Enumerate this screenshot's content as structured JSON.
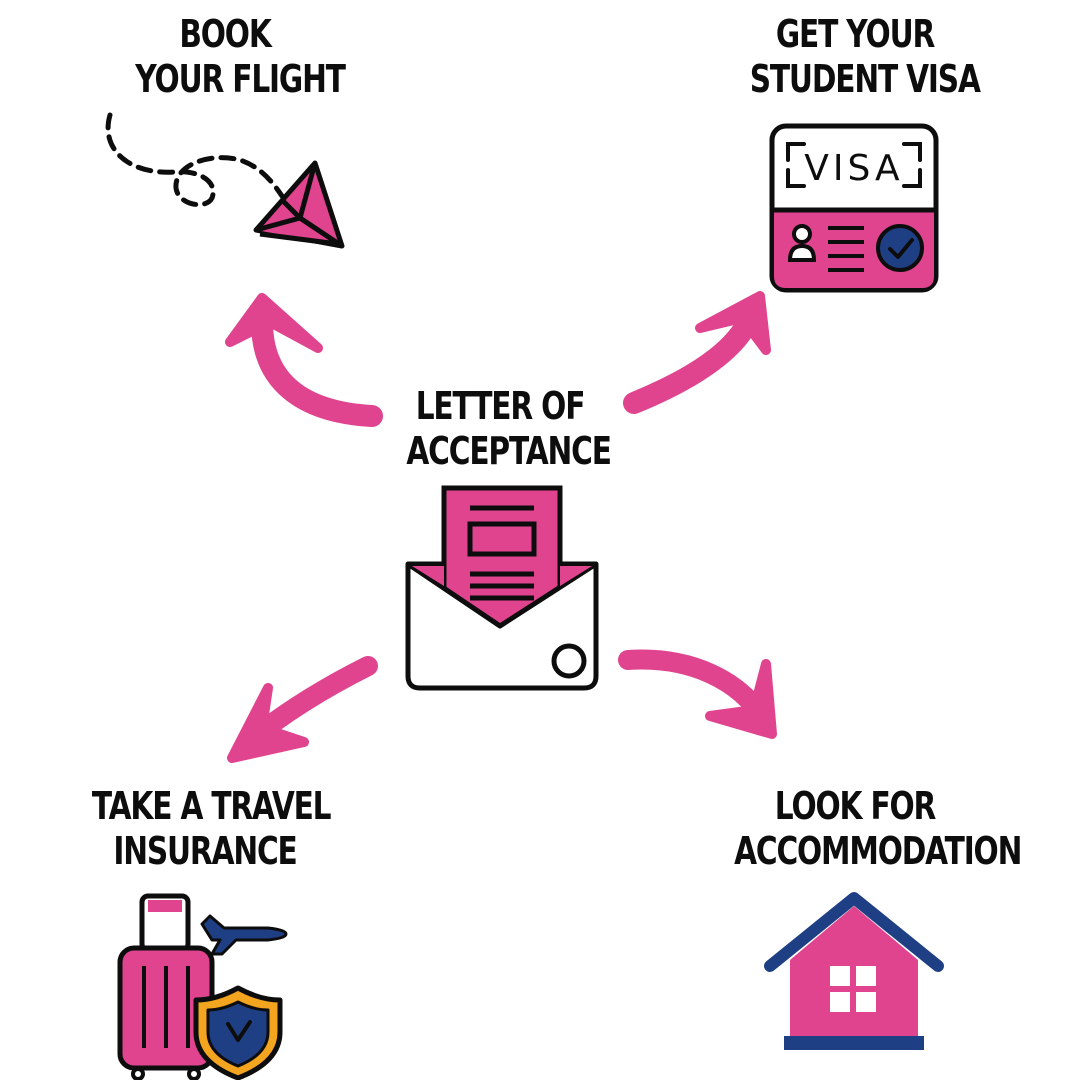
{
  "colors": {
    "accent": "#e0448f",
    "ink": "#0d0d0d",
    "navy": "#1f3f85",
    "gold": "#f3a51f",
    "background": "#ffffff"
  },
  "center": {
    "line1": "LETTER OF",
    "line2": "ACCEPTANCE",
    "icon": "envelope-letter-icon"
  },
  "steps": {
    "flight": {
      "line1": "BOOK",
      "line2": "YOUR FLIGHT",
      "icon": "paper-plane-icon"
    },
    "visa": {
      "line1": "GET YOUR",
      "line2": "STUDENT VISA",
      "icon": "visa-card-icon",
      "card_text": "VISA"
    },
    "insurance": {
      "line1": "TAKE A TRAVEL",
      "line2": "INSURANCE",
      "icon": "luggage-shield-icon"
    },
    "accommodation": {
      "line1": "LOOK FOR",
      "line2": "ACCOMMODATION",
      "icon": "house-icon"
    }
  }
}
